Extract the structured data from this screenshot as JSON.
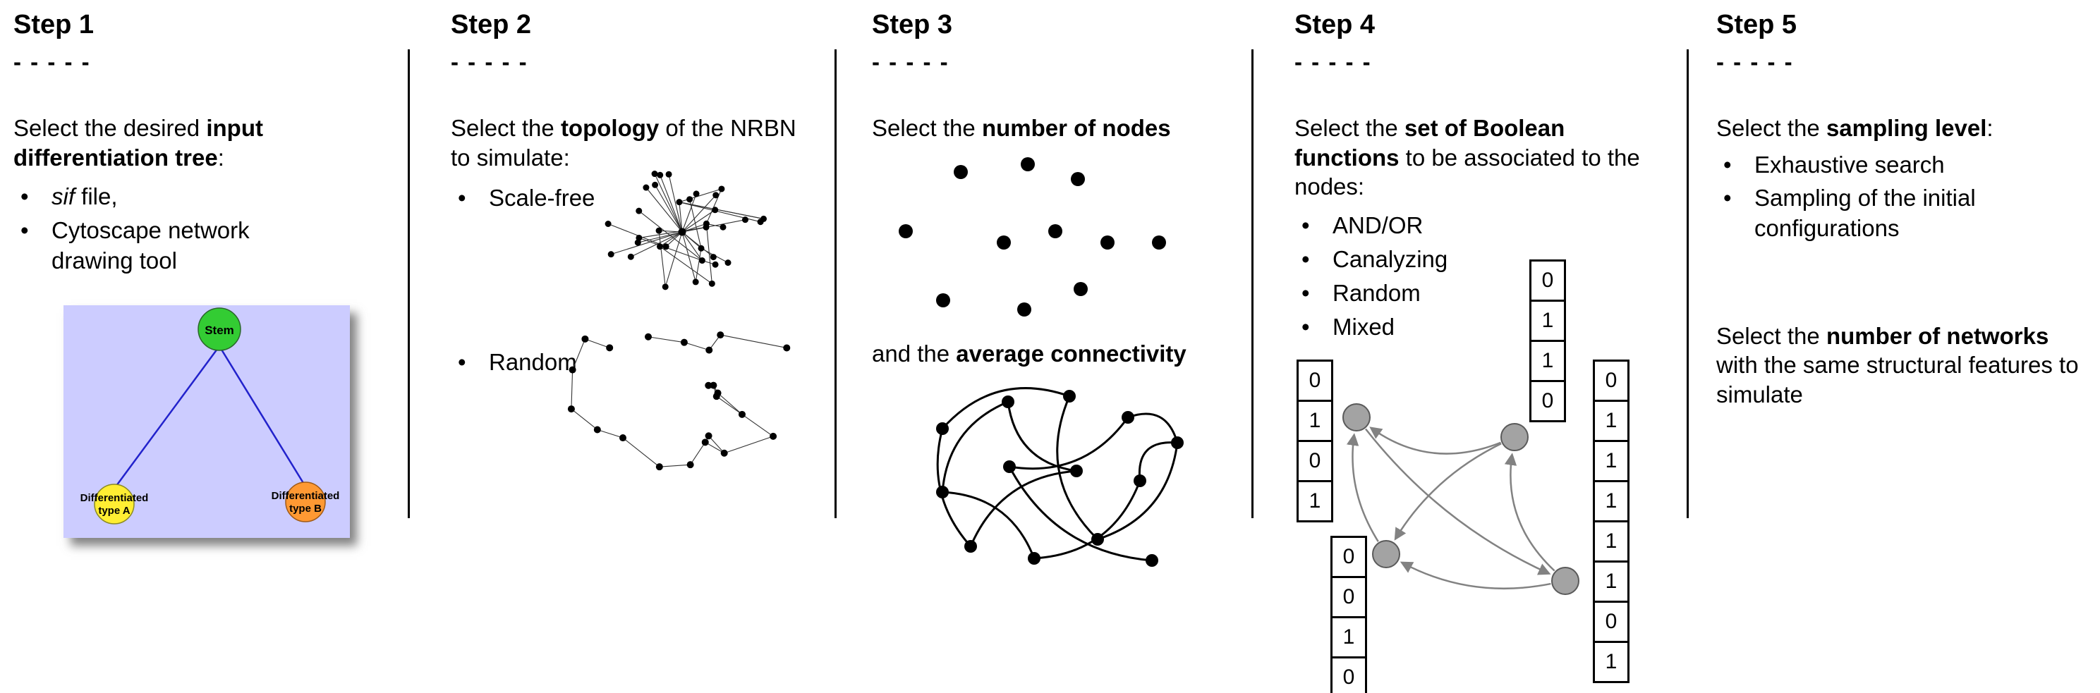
{
  "page": {
    "bullet": "•",
    "background": "#ffffff",
    "divider_color": "#000000"
  },
  "step1": {
    "title": "Step 1",
    "dashes": "- - - - -",
    "intro_pre": "Select the desired ",
    "intro_bold": "input differentiation tree",
    "intro_post": ":",
    "bullet1_italic": "sif",
    "bullet1_rest": " file,",
    "bullet2": "Cytoscape network drawing tool",
    "tree": {
      "root_label": "Stem",
      "left_label_line1": "Differentiated",
      "left_label_line2": "type A",
      "right_label_line1": "Differentiated",
      "right_label_line2": "type B",
      "panel_color": "#ccccff",
      "root_color": "#33cc33",
      "left_color": "#ffee33",
      "right_color": "#ff9933",
      "edge_color": "#2222cc"
    }
  },
  "step2": {
    "title": "Step 2",
    "dashes": "- - - - -",
    "intro_pre": "Select the ",
    "intro_bold": "topology",
    "intro_post": " of the NRBN to simulate:",
    "bullet1": "Scale-free",
    "bullet2": "Random"
  },
  "step3": {
    "title": "Step 3",
    "dashes": "- - - - -",
    "line1_pre": "Select the ",
    "line1_bold": "number of nodes",
    "line2_pre": "and the ",
    "line2_bold": "average connectivity"
  },
  "step4": {
    "title": "Step 4",
    "dashes": "- - - - -",
    "intro_pre": "Select the ",
    "intro_bold": "set of Boolean functions",
    "intro_post": " to be associated to the nodes:",
    "bullets": [
      "AND/OR",
      "Canalyzing",
      "Random",
      "Mixed"
    ],
    "tables": {
      "left": [
        "0",
        "1",
        "0",
        "1"
      ],
      "top": [
        "0",
        "1",
        "1",
        "0"
      ],
      "bottom_left": [
        "0",
        "0",
        "1",
        "0"
      ],
      "right": [
        "0",
        "1",
        "1",
        "1",
        "1",
        "1",
        "0",
        "1"
      ]
    },
    "node_color": "#a3a3a3",
    "arrow_color": "#828282"
  },
  "step5": {
    "title": "Step 5",
    "dashes": "- - - - -",
    "intro_pre": "Select the ",
    "intro_bold": "sampling level",
    "intro_post": ":",
    "bullet1": "Exhaustive search",
    "bullet2": "Sampling of the initial configurations",
    "para2_pre": "Select the ",
    "para2_bold": "number of networks",
    "para2_post": " with the same structural features to simulate"
  }
}
